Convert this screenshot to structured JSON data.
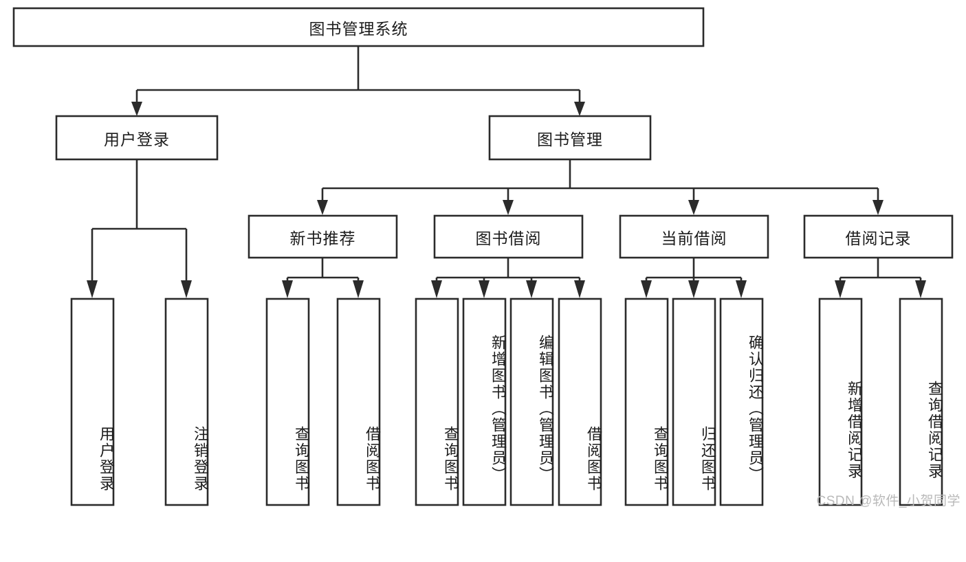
{
  "diagram": {
    "type": "tree-hierarchy-flowchart",
    "title": "图书管理系统",
    "orientation": "top-down",
    "colors": {
      "stroke": "#2b2b2b",
      "fill": "#ffffff",
      "text": "#1c1c1c",
      "background": "#ffffff",
      "watermark": "#b9b9b9"
    },
    "root": {
      "id": "root",
      "label": "图书管理系统",
      "text_orientation": "horizontal"
    },
    "level2": [
      {
        "id": "user-login",
        "label": "用户登录",
        "text_orientation": "horizontal"
      },
      {
        "id": "book-management",
        "label": "图书管理",
        "text_orientation": "horizontal"
      }
    ],
    "level3": [
      {
        "id": "new-book-recommend",
        "label": "新书推荐",
        "parent": "book-management",
        "text_orientation": "horizontal"
      },
      {
        "id": "book-borrow",
        "label": "图书借阅",
        "parent": "book-management",
        "text_orientation": "horizontal"
      },
      {
        "id": "current-borrow",
        "label": "当前借阅",
        "parent": "book-management",
        "text_orientation": "horizontal"
      },
      {
        "id": "borrow-record",
        "label": "借阅记录",
        "parent": "book-management",
        "text_orientation": "horizontal"
      }
    ],
    "leaves": [
      {
        "id": "leaf-user-login",
        "label": "用户登录",
        "parent": "user-login",
        "text_orientation": "vertical"
      },
      {
        "id": "leaf-logout-login",
        "label": "注销登录",
        "parent": "user-login",
        "text_orientation": "vertical"
      },
      {
        "id": "leaf-query-book-1",
        "label": "查询图书",
        "parent": "new-book-recommend",
        "text_orientation": "vertical"
      },
      {
        "id": "leaf-borrow-book-1",
        "label": "借阅图书",
        "parent": "new-book-recommend",
        "text_orientation": "vertical"
      },
      {
        "id": "leaf-query-book-2",
        "label": "查询图书",
        "parent": "book-borrow",
        "text_orientation": "vertical"
      },
      {
        "id": "leaf-add-book",
        "label": "新增图书（管理员）",
        "parent": "book-borrow",
        "text_orientation": "vertical"
      },
      {
        "id": "leaf-edit-book",
        "label": "编辑图书（管理员）",
        "parent": "book-borrow",
        "text_orientation": "vertical"
      },
      {
        "id": "leaf-borrow-book-2",
        "label": "借阅图书",
        "parent": "book-borrow",
        "text_orientation": "vertical"
      },
      {
        "id": "leaf-query-book-3",
        "label": "查询图书",
        "parent": "current-borrow",
        "text_orientation": "vertical"
      },
      {
        "id": "leaf-return-book",
        "label": "归还图书",
        "parent": "current-borrow",
        "text_orientation": "vertical"
      },
      {
        "id": "leaf-confirm-return",
        "label": "确认归还（管理员）",
        "parent": "current-borrow",
        "text_orientation": "vertical"
      },
      {
        "id": "leaf-add-borrow-record",
        "label": "新增借阅记录",
        "parent": "borrow-record",
        "text_orientation": "vertical"
      },
      {
        "id": "leaf-query-borrow-record",
        "label": "查询借阅记录",
        "parent": "borrow-record",
        "text_orientation": "vertical"
      }
    ]
  },
  "watermark": {
    "text": "CSDN @软件_小贺同学"
  }
}
